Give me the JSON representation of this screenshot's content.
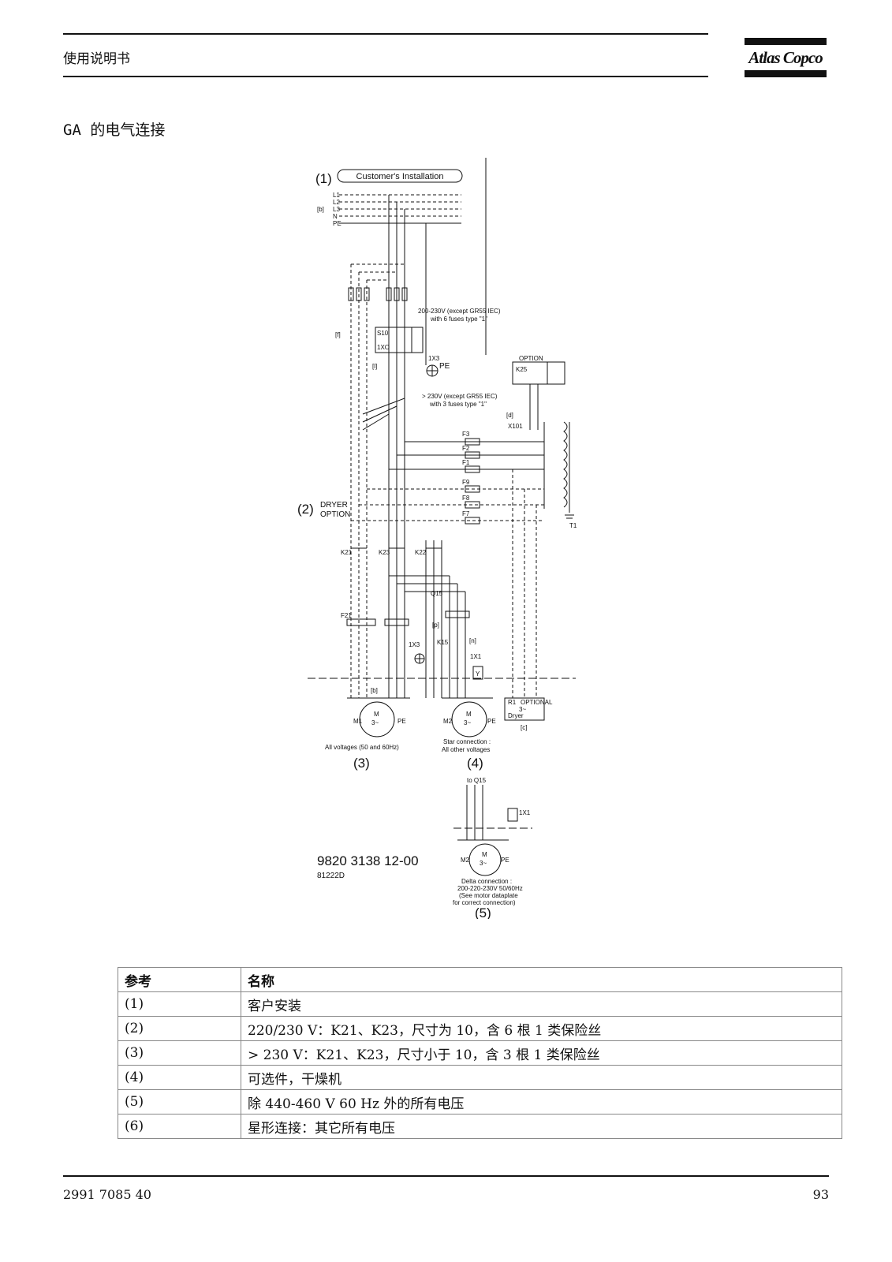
{
  "header": {
    "title": "使用说明书",
    "logo": "Atlas Copco"
  },
  "section": {
    "prefix": "GA",
    "title": "的电气连接"
  },
  "diagram": {
    "customer_installation": "Customer's Installation",
    "label_1": "(1)",
    "label_2": "(2)",
    "label_3": "(3)",
    "label_4": "(4)",
    "label_5": "(5)",
    "dryer_option": [
      "DRYER",
      "OPTION"
    ],
    "phases": [
      "L1",
      "L2",
      "L3",
      "N",
      "PE"
    ],
    "b_mark": "[b]",
    "f_mark": "[f]",
    "l_mark": "[l]",
    "d_mark": "[d]",
    "c_mark": "[c]",
    "p_mark": "[p]",
    "n_mark": "[n]",
    "note_200": [
      "200-230V (except GR55 IEC)",
      "with 6 fuses type \"1\""
    ],
    "note_230": [
      "> 230V (except GR55 IEC)",
      "with 3 fuses type \"1\""
    ],
    "option": "OPTION",
    "optional": "OPTIONAL",
    "pe": "PE",
    "x1x3": "1X3",
    "x1x1": "1X1",
    "x101": "X101",
    "s10": "S10",
    "x1x0": "1XO",
    "k21": "K21",
    "k22": "K22",
    "k23": "K23",
    "k25": "K25",
    "k15": "K15",
    "f21": "F21",
    "q15": "Q15",
    "fuses": [
      "F3",
      "F2",
      "F1",
      "F9",
      "F8",
      "F7"
    ],
    "t1": "T1",
    "m1": "M1",
    "m2": "M2",
    "motor": "M",
    "motor_sub": "3~",
    "r1": "R1",
    "dryer": "Dryer",
    "y": "Y",
    "all_voltages": "All voltages (50 and 60Hz)",
    "star_connection": [
      "Star connection :",
      "All other voltages"
    ],
    "to_q15": "to Q15",
    "delta_connection": [
      "Delta connection :",
      "200-220-230V 50/60Hz",
      "(See motor dataplate",
      "for correct connection)"
    ],
    "drawing_number": "9820 3138 12-00",
    "drawing_code": "81222D"
  },
  "table": {
    "headers": [
      "参考",
      "名称"
    ],
    "rows": [
      [
        "(1)",
        "客户安装"
      ],
      [
        "(2)",
        "220/230 V：K21、K23，尺寸为 10，含 6 根 1 类保险丝"
      ],
      [
        "(3)",
        "> 230 V：K21、K23，尺寸小于 10，含 3 根 1 类保险丝"
      ],
      [
        "(4)",
        "可选件，干燥机"
      ],
      [
        "(5)",
        "除 440-460 V 60 Hz 外的所有电压"
      ],
      [
        "(6)",
        "星形连接：其它所有电压"
      ]
    ]
  },
  "footer": {
    "doc_number": "2991 7085 40",
    "page": "93"
  }
}
